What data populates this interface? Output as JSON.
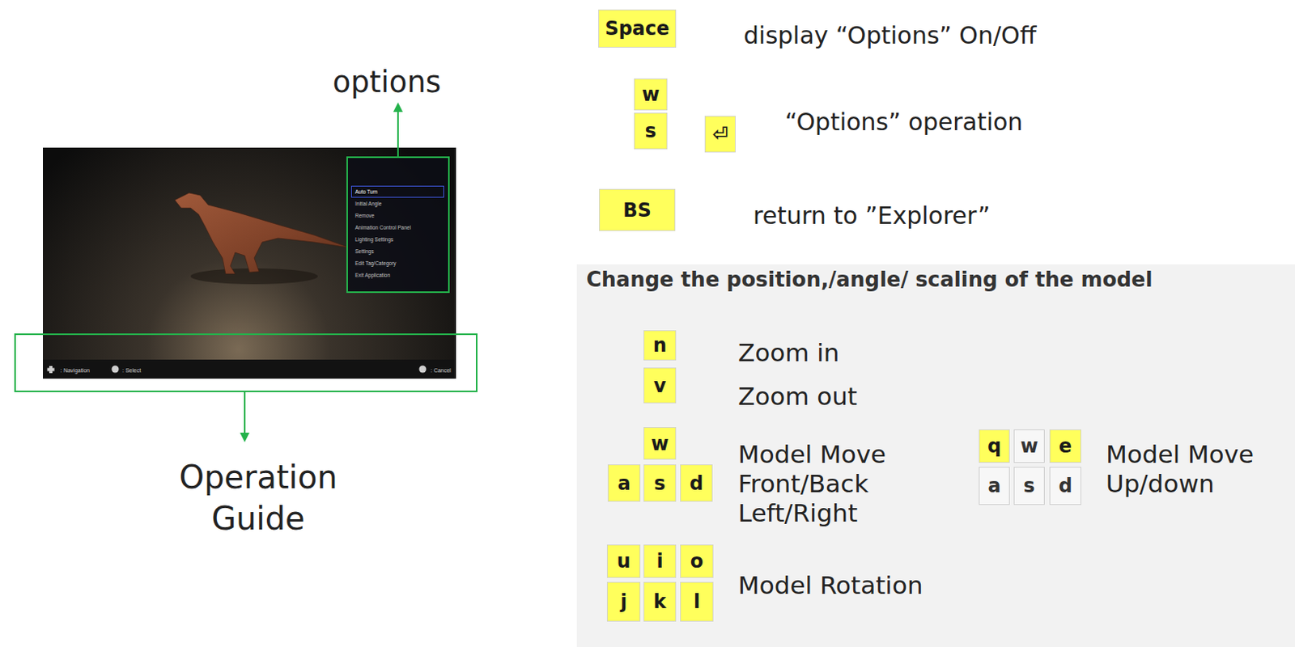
{
  "diagram": {
    "nodes": [
      {
        "text": [
          "Auto Turn",
          "Initial Angle",
          "Remove",
          "Animation Control Panel",
          "Lighting Settings",
          "Settings",
          "Edit Tag/Category",
          "Exit Application"
        ]
      },
      {
        "text": [
          ": Navigation",
          ": Select",
          ": Cancel"
        ]
      },
      {
        "text": [
          "Space"
        ]
      },
      {
        "text": [
          "w"
        ]
      },
      {
        "text": [
          "s"
        ]
      },
      {
        "text": [
          "⏎"
        ]
      },
      {
        "text": [
          "BS"
        ]
      },
      {
        "text": [
          "Change the position,/angle/ scaling of the model"
        ]
      },
      {
        "text": [
          "n"
        ],
        "in": 7
      },
      {
        "text": [
          "v"
        ],
        "in": 7
      },
      {
        "text": [
          "w"
        ],
        "in": 7
      },
      {
        "text": [
          "a"
        ],
        "in": 7
      },
      {
        "text": [
          "s"
        ],
        "in": 7
      },
      {
        "text": [
          "d"
        ],
        "in": 7
      },
      {
        "text": [
          "q"
        ],
        "in": 7
      },
      {
        "text": [
          "w"
        ],
        "in": 7
      },
      {
        "text": [
          "e"
        ],
        "in": 7
      },
      {
        "text": [
          "a"
        ],
        "in": 7
      },
      {
        "text": [
          "s"
        ],
        "in": 7
      },
      {
        "text": [
          "d"
        ],
        "in": 7
      },
      {
        "text": [
          "u"
        ],
        "in": 7
      },
      {
        "text": [
          "i"
        ],
        "in": 7
      },
      {
        "text": [
          "o"
        ],
        "in": 7
      },
      {
        "text": [
          "j"
        ],
        "in": 7
      },
      {
        "text": [
          "k"
        ],
        "in": 7
      },
      {
        "text": [
          "l"
        ],
        "in": 7
      }
    ],
    "labels": [
      "options",
      "Operation Guide",
      "display “Options” On/Off",
      "“Options” operation",
      "return to ”Explorer”",
      "Zoom in",
      "Zoom out",
      "Model Move Front/Back Left/Right",
      "Model Move Up/down",
      "Model Rotation"
    ]
  }
}
